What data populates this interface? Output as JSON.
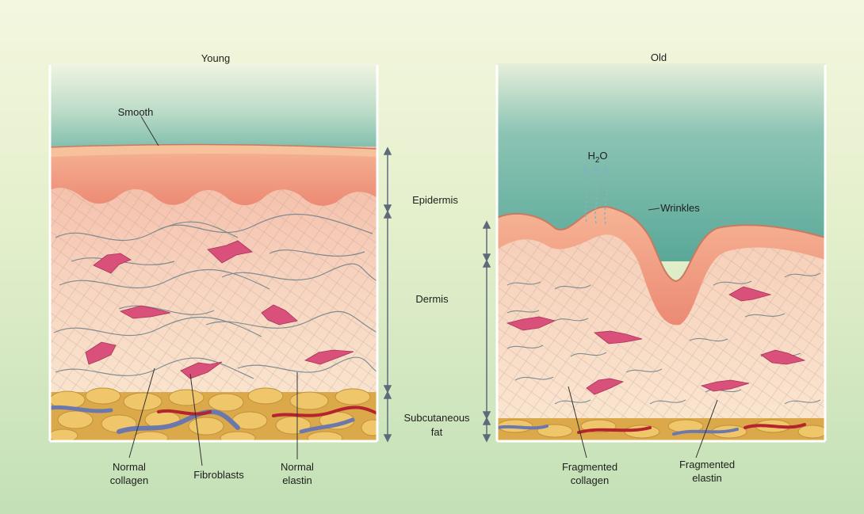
{
  "panels": {
    "young": {
      "title": "Young",
      "surface": "Smooth"
    },
    "old": {
      "title": "Old",
      "wrinkles": "Wrinkles",
      "water": "H",
      "water_sub": "2",
      "water_end": "O"
    }
  },
  "layers": {
    "epidermis": "Epidermis",
    "dermis": "Dermis",
    "fat_line1": "Subcutaneous",
    "fat_line2": "fat"
  },
  "young_labels": {
    "collagen": [
      "Normal",
      "collagen"
    ],
    "fibroblasts": "Fibroblasts",
    "elastin": [
      "Normal",
      "elastin"
    ]
  },
  "old_labels": {
    "collagen": [
      "Fragmented",
      "collagen"
    ],
    "elastin": [
      "Fragmented",
      "elastin"
    ]
  },
  "colors": {
    "background_light": "#eef4d8",
    "background_green": "#c6e2b8",
    "sky_teal": "#6fb5a6",
    "epidermis": "#f19a7e",
    "dermis": "#f6d3bd",
    "fibroblast": "#d9507a",
    "fat": "#e8bd52",
    "artery": "#b5232c",
    "vein": "#6b78ad",
    "fiber": "#6d7f88"
  }
}
